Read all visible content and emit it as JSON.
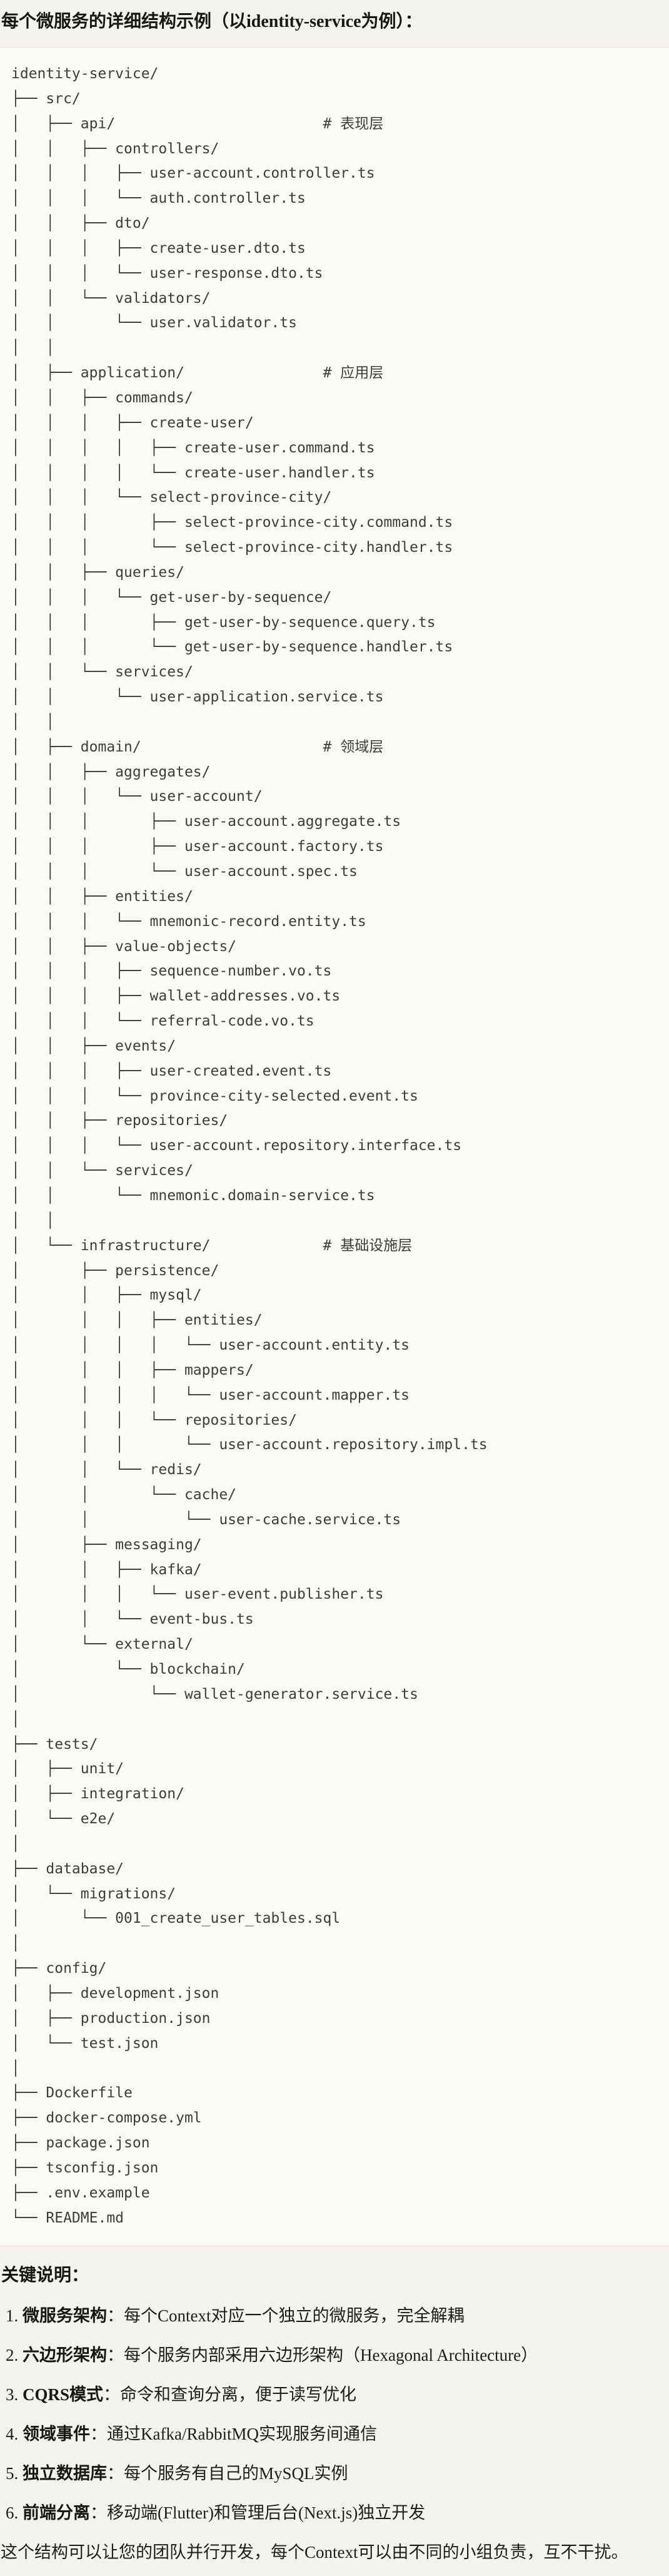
{
  "page": {
    "title": "每个微服务的详细结构示例（以identity-service为例）："
  },
  "code_block": {
    "lines": [
      "identity-service/",
      "├── src/",
      "│   ├── api/                        # 表现层",
      "│   │   ├── controllers/",
      "│   │   │   ├── user-account.controller.ts",
      "│   │   │   └── auth.controller.ts",
      "│   │   ├── dto/",
      "│   │   │   ├── create-user.dto.ts",
      "│   │   │   └── user-response.dto.ts",
      "│   │   └── validators/",
      "│   │       └── user.validator.ts",
      "│   │",
      "│   ├── application/                # 应用层",
      "│   │   ├── commands/",
      "│   │   │   ├── create-user/",
      "│   │   │   │   ├── create-user.command.ts",
      "│   │   │   │   └── create-user.handler.ts",
      "│   │   │   └── select-province-city/",
      "│   │   │       ├── select-province-city.command.ts",
      "│   │   │       └── select-province-city.handler.ts",
      "│   │   ├── queries/",
      "│   │   │   └── get-user-by-sequence/",
      "│   │   │       ├── get-user-by-sequence.query.ts",
      "│   │   │       └── get-user-by-sequence.handler.ts",
      "│   │   └── services/",
      "│   │       └── user-application.service.ts",
      "│   │",
      "│   ├── domain/                     # 领域层",
      "│   │   ├── aggregates/",
      "│   │   │   └── user-account/",
      "│   │   │       ├── user-account.aggregate.ts",
      "│   │   │       ├── user-account.factory.ts",
      "│   │   │       └── user-account.spec.ts",
      "│   │   ├── entities/",
      "│   │   │   └── mnemonic-record.entity.ts",
      "│   │   ├── value-objects/",
      "│   │   │   ├── sequence-number.vo.ts",
      "│   │   │   ├── wallet-addresses.vo.ts",
      "│   │   │   └── referral-code.vo.ts",
      "│   │   ├── events/",
      "│   │   │   ├── user-created.event.ts",
      "│   │   │   └── province-city-selected.event.ts",
      "│   │   ├── repositories/",
      "│   │   │   └── user-account.repository.interface.ts",
      "│   │   └── services/",
      "│   │       └── mnemonic.domain-service.ts",
      "│   │",
      "│   └── infrastructure/             # 基础设施层",
      "│       ├── persistence/",
      "│       │   ├── mysql/",
      "│       │   │   ├── entities/",
      "│       │   │   │   └── user-account.entity.ts",
      "│       │   │   ├── mappers/",
      "│       │   │   │   └── user-account.mapper.ts",
      "│       │   │   └── repositories/",
      "│       │   │       └── user-account.repository.impl.ts",
      "│       │   └── redis/",
      "│       │       └── cache/",
      "│       │           └── user-cache.service.ts",
      "│       ├── messaging/",
      "│       │   ├── kafka/",
      "│       │   │   └── user-event.publisher.ts",
      "│       │   └── event-bus.ts",
      "│       └── external/",
      "│           └── blockchain/",
      "│               └── wallet-generator.service.ts",
      "│",
      "├── tests/",
      "│   ├── unit/",
      "│   ├── integration/",
      "│   └── e2e/",
      "│",
      "├── database/",
      "│   └── migrations/",
      "│       └── 001_create_user_tables.sql",
      "│",
      "├── config/",
      "│   ├── development.json",
      "│   ├── production.json",
      "│   └── test.json",
      "│",
      "├── Dockerfile",
      "├── docker-compose.yml",
      "├── package.json",
      "├── tsconfig.json",
      "├── .env.example",
      "└── README.md"
    ]
  },
  "notes": {
    "heading": "关键说明：",
    "items": [
      {
        "num": "1.",
        "label": "微服务架构",
        "rest": "：每个Context对应一个独立的微服务，完全解耦"
      },
      {
        "num": "2.",
        "label": "六边形架构",
        "rest": "：每个服务内部采用六边形架构（Hexagonal Architecture）"
      },
      {
        "num": "3.",
        "label": "CQRS模式",
        "rest": "：命令和查询分离，便于读写优化"
      },
      {
        "num": "4.",
        "label": "领域事件",
        "rest": "：通过Kafka/RabbitMQ实现服务间通信"
      },
      {
        "num": "5.",
        "label": "独立数据库",
        "rest": "：每个服务有自己的MySQL实例"
      },
      {
        "num": "6.",
        "label": "前端分离",
        "rest": "：移动端(Flutter)和管理后台(Next.js)独立开发"
      }
    ],
    "footer": "这个结构可以让您的团队并行开发，每个Context可以由不同的小组负责，互不干扰。"
  }
}
